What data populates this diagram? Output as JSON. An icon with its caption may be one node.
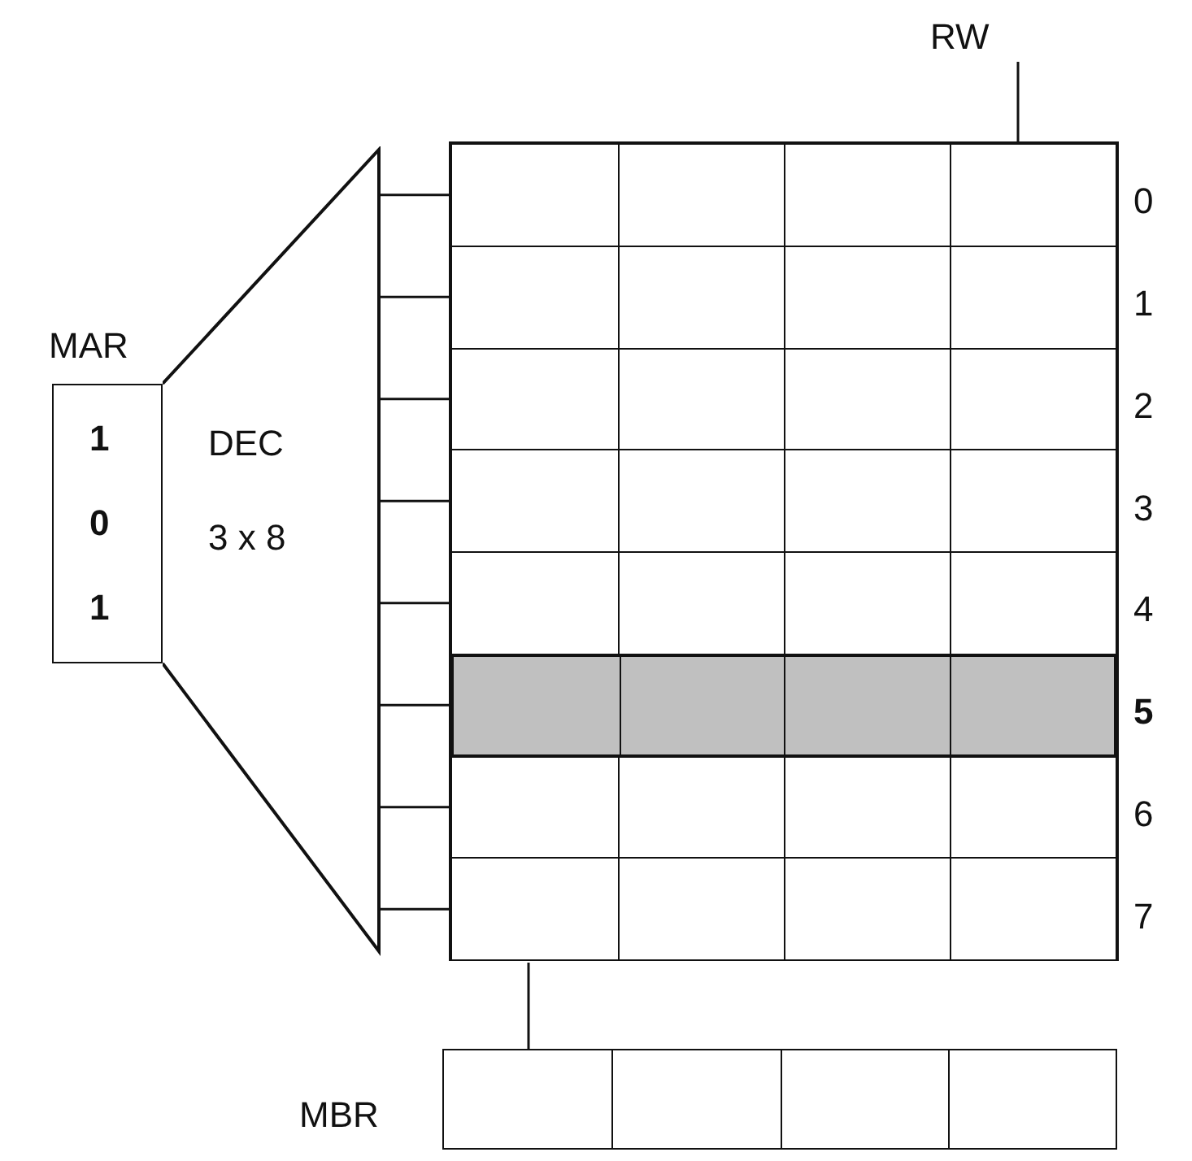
{
  "diagram": {
    "nodes": [
      {
        "text": [
          "RW"
        ]
      },
      {
        "text": [
          "MAR",
          "1",
          "0",
          "1"
        ]
      },
      {
        "text": [
          "DEC",
          "3 x 8"
        ]
      },
      {
        "text": [],
        "shape": "box"
      },
      {
        "text": [],
        "shape": "box",
        "in": 3,
        "beside": [
          "0"
        ]
      },
      {
        "text": [],
        "shape": "box",
        "in": 3,
        "beside": [
          "1"
        ]
      },
      {
        "text": [],
        "shape": "box",
        "in": 3,
        "beside": [
          "2"
        ]
      },
      {
        "text": [],
        "shape": "box",
        "in": 3,
        "beside": [
          "3"
        ]
      },
      {
        "text": [],
        "shape": "box",
        "in": 3,
        "beside": [
          "4"
        ]
      },
      {
        "text": [],
        "shape": "box",
        "in": 3,
        "beside": [
          "5"
        ]
      },
      {
        "text": [],
        "shape": "box",
        "in": 3,
        "beside": [
          "6"
        ]
      },
      {
        "text": [],
        "shape": "box",
        "in": 3,
        "beside": [
          "7"
        ]
      },
      {
        "text": [
          "MBR"
        ]
      }
    ],
    "edges": [
      {
        "from": 2,
        "to": 4,
        "arrow": "none"
      },
      {
        "from": 2,
        "to": 5,
        "arrow": "none"
      },
      {
        "from": 2,
        "to": 6,
        "arrow": "none"
      },
      {
        "from": 2,
        "to": 7,
        "arrow": "none"
      },
      {
        "from": 2,
        "to": 8,
        "arrow": "none"
      },
      {
        "from": 2,
        "to": 9,
        "arrow": "none"
      },
      {
        "from": 2,
        "to": 10,
        "arrow": "none"
      },
      {
        "from": 2,
        "to": 11,
        "arrow": "none"
      },
      {
        "from": 0,
        "to": 3,
        "arrow": "none"
      },
      {
        "from": 3,
        "to": 12,
        "arrow": "none"
      }
    ]
  }
}
